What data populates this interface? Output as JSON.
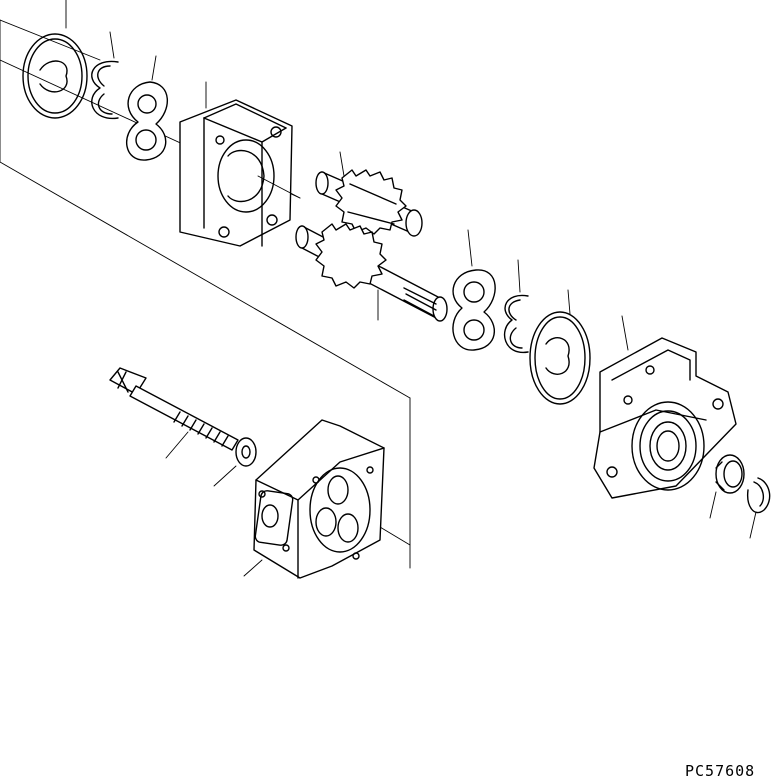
{
  "drawing_code": "PC57608",
  "colors": {
    "line": "#000000",
    "background": "#ffffff"
  },
  "parts": [
    "o-ring-left",
    "backup-ring-left",
    "wear-plate-left",
    "gear-housing",
    "drive-gear-upper",
    "driven-gear-shaft-lower",
    "wear-plate-right",
    "backup-ring-right",
    "o-ring-right",
    "mounting-flange-body",
    "oil-seal",
    "snap-ring",
    "through-bolt",
    "washer",
    "rear-cover"
  ]
}
